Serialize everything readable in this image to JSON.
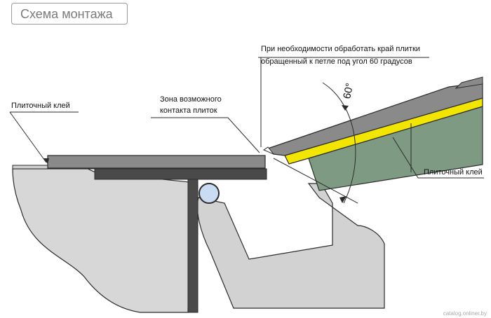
{
  "title": "Схема монтажа",
  "labels": {
    "adhesive_left": "Плиточный клей",
    "contact_zone_line1": "Зона возможного",
    "contact_zone_line2": "контакта плиток",
    "note_line1": "При необходимости обработать край плитки",
    "note_line2": "обращенный к петле под угол 60 градусов",
    "angle": "60°",
    "adhesive_right": "Плиточный клей"
  },
  "watermark": "catalog.onliner.by",
  "colors": {
    "outline": "#2b2b2b",
    "base": "#d7d7d7",
    "hinge": "#cfcfcf",
    "profile": "#4a4a4a",
    "tile": "#8a8a8a",
    "adhesive": "#f2e600",
    "substrate": "#7f9a83",
    "pin": "#c9dcf2"
  }
}
